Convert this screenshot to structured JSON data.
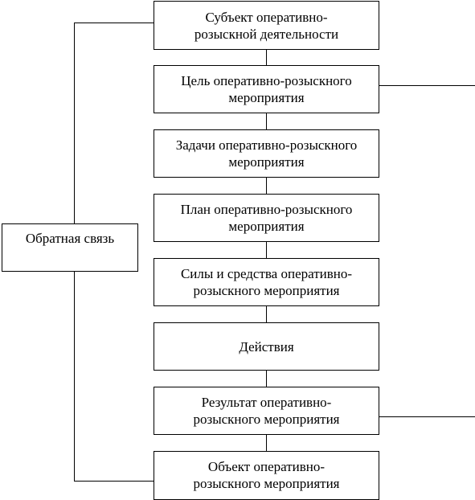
{
  "diagram": {
    "blocks": [
      {
        "label": "Субъект оперативно-\nрозыскной деятельности"
      },
      {
        "label": "Цель оперативно-розыскного\nмероприятия"
      },
      {
        "label": "Задачи оперативно-розыскного\nмероприятия"
      },
      {
        "label": "План оперативно-розыскного\nмероприятия"
      },
      {
        "label": "Силы и средства оперативно-\nрозыскного мероприятия"
      },
      {
        "label": "Действия"
      },
      {
        "label": "Результат оперативно-\nрозыскного мероприятия"
      },
      {
        "label": "Объект оперативно-\nрозыскного мероприятия"
      }
    ],
    "feedback": {
      "label": "Обратная связь"
    }
  }
}
